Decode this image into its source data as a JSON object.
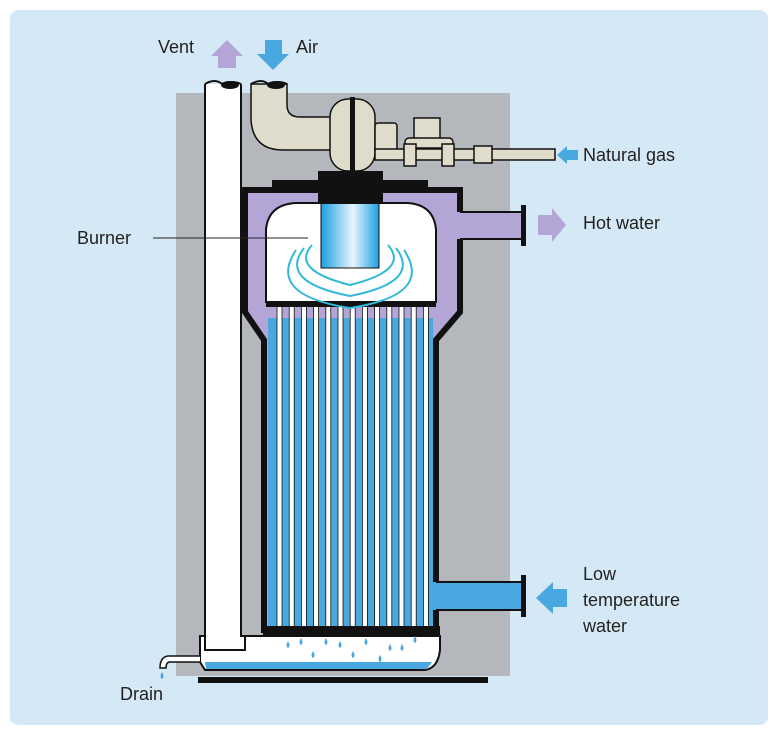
{
  "labels": {
    "vent": "Vent",
    "air": "Air",
    "natural_gas": "Natural gas",
    "burner": "Burner",
    "hot_water": "Hot water",
    "low_temperature_water": [
      "Low",
      "temperature",
      "water"
    ],
    "drain": "Drain"
  },
  "colors": {
    "background": "#d5e8f5",
    "housing": "#b4b8bc",
    "hot_water": "#b3a6d6",
    "cold_water": "#4aa8e0",
    "pipe": "#e0dccb",
    "flame": "#33b9d9"
  },
  "icons": [
    "arrow-up-icon",
    "arrow-down-icon",
    "arrow-left-icon",
    "arrow-right-icon"
  ]
}
